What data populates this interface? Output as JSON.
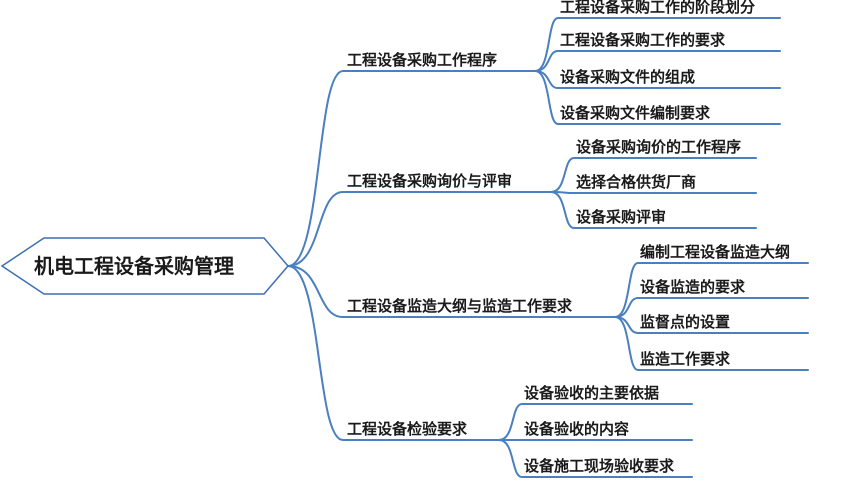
{
  "root": {
    "label": "机电工程设备采购管理"
  },
  "branches": [
    {
      "label": "工程设备采购工作程序",
      "children": [
        "工程设备采购工作的阶段划分",
        "工程设备采购工作的要求",
        "设备采购文件的组成",
        "设备采购文件编制要求"
      ]
    },
    {
      "label": "工程设备采购询价与评审",
      "children": [
        "设备采购询价的工作程序",
        "选择合格供货厂商",
        "设备采购评审"
      ]
    },
    {
      "label": "工程设备监造大纲与监造工作要求",
      "children": [
        "编制工程设备监造大纲",
        "设备监造的要求",
        "监督点的设置",
        "监造工作要求"
      ]
    },
    {
      "label": "工程设备检验要求",
      "children": [
        "设备验收的主要依据",
        "设备验收的内容",
        "设备施工现场验收要求"
      ]
    }
  ],
  "colors": {
    "line": "#4a7fc1",
    "root_border": "#3d6fb4",
    "text": "#1a1a1a"
  }
}
